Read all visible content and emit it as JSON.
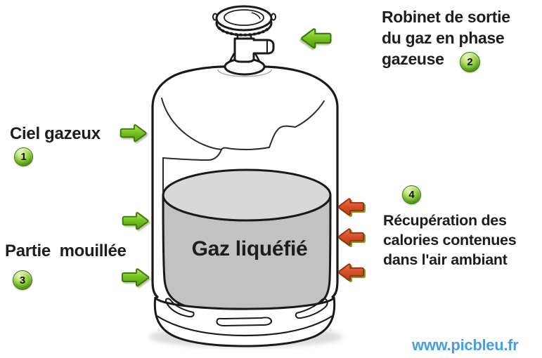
{
  "labels": {
    "ciel_gazeux": {
      "text": "Ciel gazeux",
      "badge": "1"
    },
    "robinet_sortie": {
      "text": "Robinet de sortie\ndu gaz en phase\ngazeuse",
      "badge": "2"
    },
    "partie_mouillee": {
      "text": "Partie  mouillée",
      "badge": "3"
    },
    "recuperation_calories": {
      "text": "Récupération des\ncalories contenues\ndans l'air ambiant",
      "badge": "4"
    },
    "gaz_liquefie": {
      "text": "Gaz liquéfié"
    }
  },
  "watermark": {
    "text": "www.picbleu.fr",
    "color": "#459fe6"
  },
  "colors": {
    "arrow_green": "#77c522",
    "arrow_red": "#d8512a",
    "badge_green": "#74bf26",
    "label_text": "#1d1d1d",
    "liquid_surface": "#d8d8d8",
    "liquid_body": "#c2c2c2",
    "outline": "#1a1a1a"
  },
  "icons": {
    "arrows": [
      {
        "name": "arrow-ciel-gazeux",
        "direction": "right",
        "color": "green"
      },
      {
        "name": "arrow-robinet",
        "direction": "left",
        "color": "green"
      },
      {
        "name": "arrow-partie-mouillee-upper",
        "direction": "right",
        "color": "green"
      },
      {
        "name": "arrow-partie-mouillee-lower",
        "direction": "right",
        "color": "green"
      },
      {
        "name": "arrow-calories-1",
        "direction": "left",
        "color": "red"
      },
      {
        "name": "arrow-calories-2",
        "direction": "left",
        "color": "red"
      },
      {
        "name": "arrow-calories-3",
        "direction": "left",
        "color": "red"
      }
    ]
  }
}
